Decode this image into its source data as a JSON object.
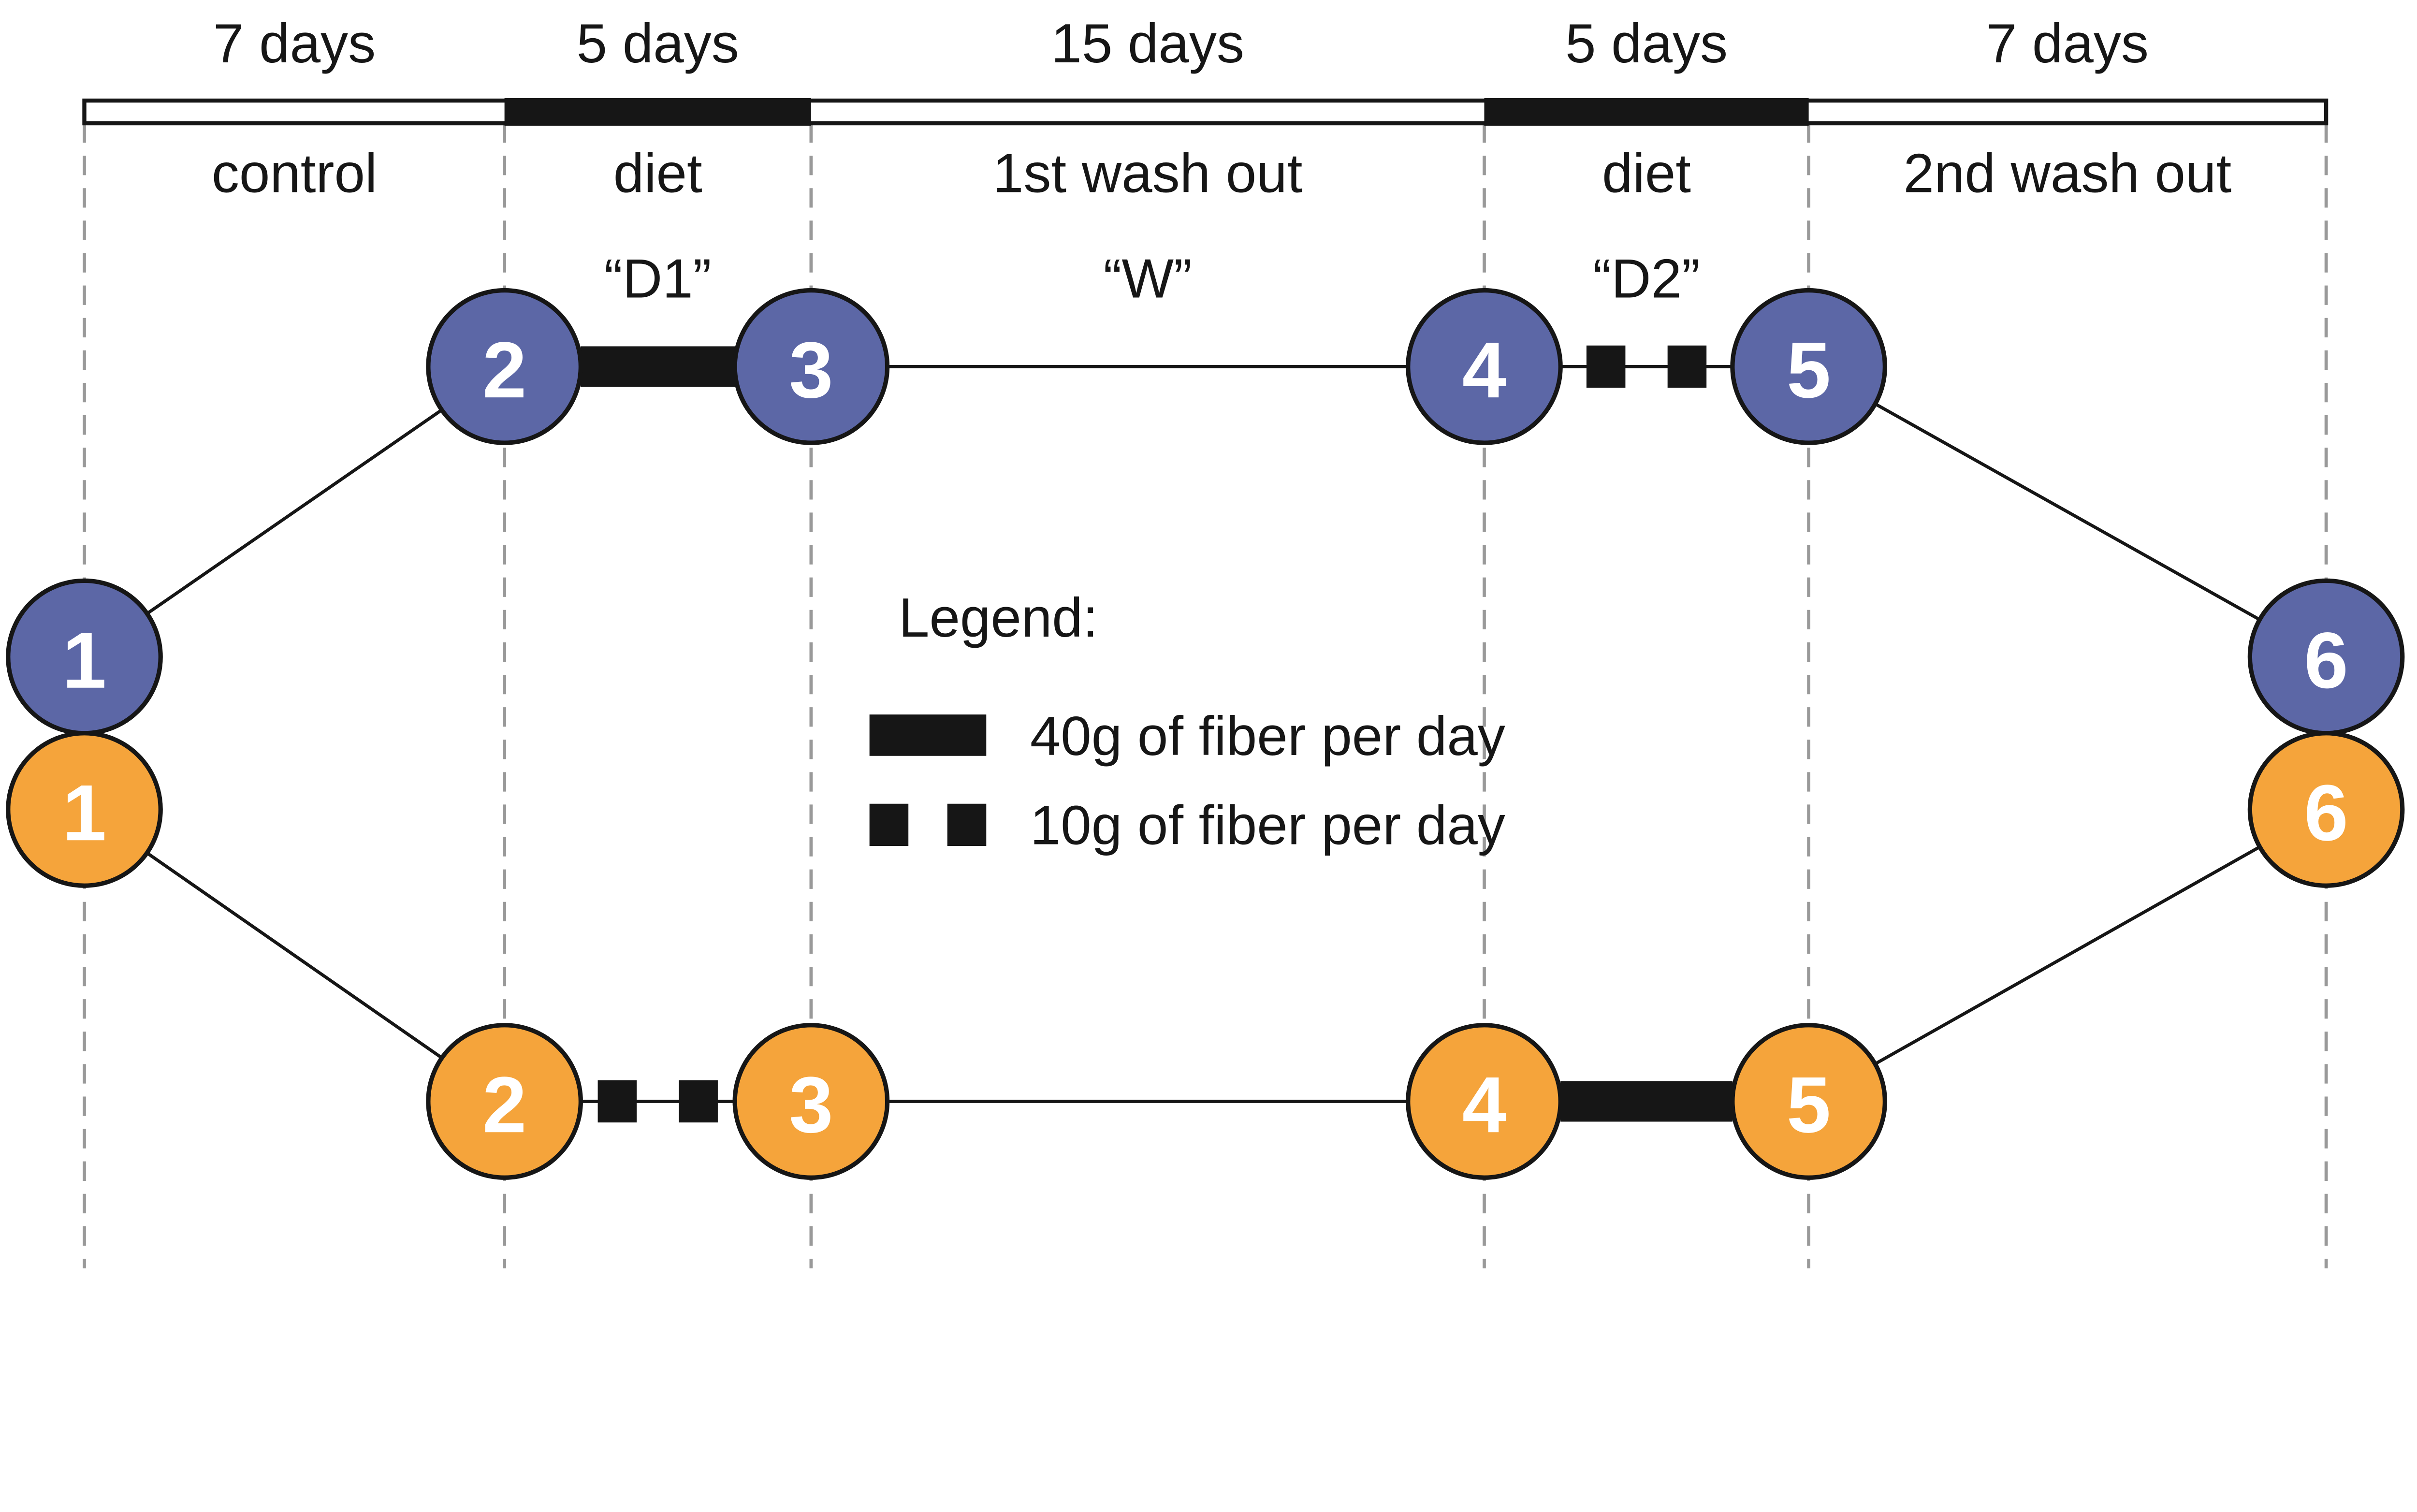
{
  "figure": {
    "type": "crossover-study-design-timeline"
  },
  "timeline": {
    "segments": [
      {
        "duration": "7 days",
        "name": "control",
        "code": ""
      },
      {
        "duration": "5 days",
        "name": "diet",
        "code": "“D1”"
      },
      {
        "duration": "15 days",
        "name": "1st wash out",
        "code": "“W”"
      },
      {
        "duration": "5 days",
        "name": "diet",
        "code": "“D2”"
      },
      {
        "duration": "7 days",
        "name": "2nd wash out",
        "code": ""
      }
    ]
  },
  "legend": {
    "title": "Legend:",
    "items": [
      {
        "swatch": "solid-bar",
        "label": "40g of fiber per day"
      },
      {
        "swatch": "two-squares",
        "label": "10g of fiber per day"
      }
    ]
  },
  "arms": {
    "blue": {
      "color": "#5C67A6",
      "nodes": [
        "1",
        "2",
        "3",
        "4",
        "5",
        "6"
      ]
    },
    "orange": {
      "color": "#F5A43B",
      "nodes": [
        "1",
        "2",
        "3",
        "4",
        "5",
        "6"
      ]
    }
  },
  "colors": {
    "ink": "#161616",
    "dashed_line": "#999999",
    "node_number": "#FFFFFF",
    "background": "#FFFFFF"
  }
}
